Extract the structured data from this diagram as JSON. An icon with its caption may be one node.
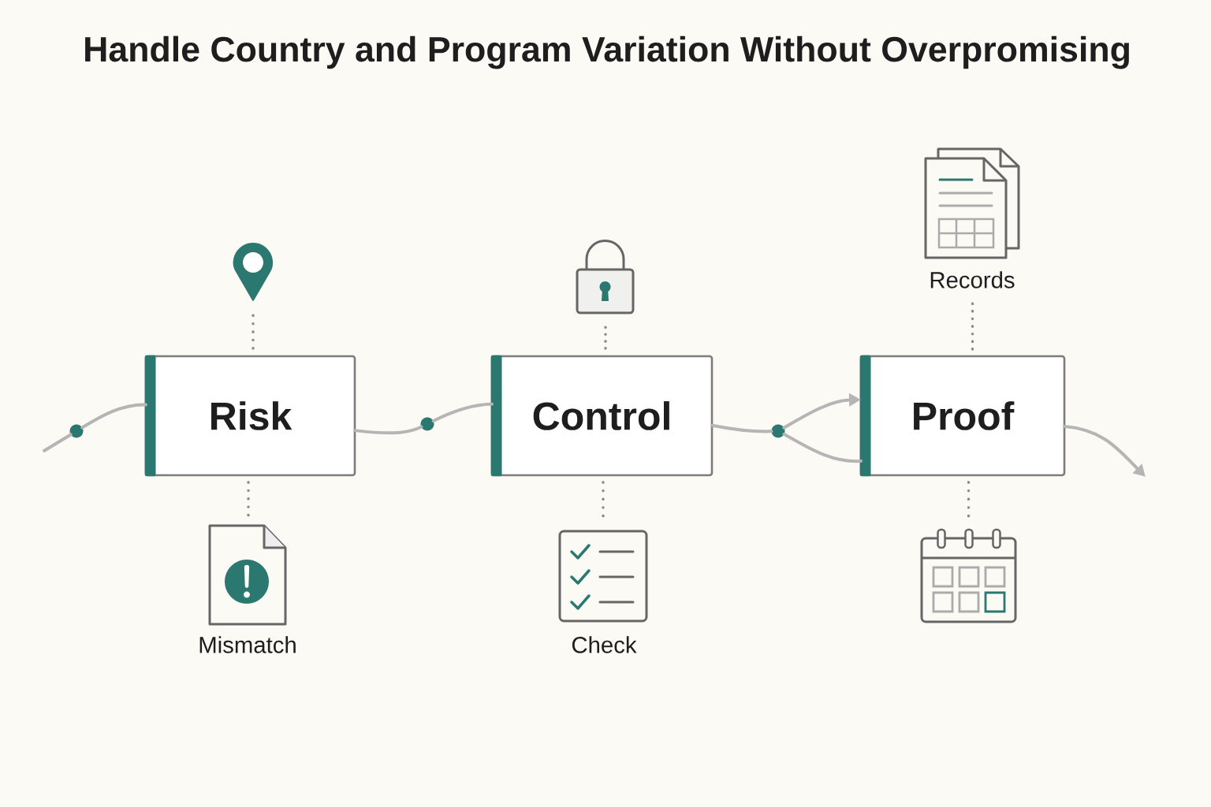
{
  "diagram": {
    "title": "Handle Country and Program Variation Without Overpromising",
    "nodes": [
      {
        "text": [],
        "shape": "circle"
      },
      {
        "text": [],
        "shape": "picture"
      },
      {
        "text": [
          "Risk"
        ]
      },
      {
        "text": [],
        "shape": "picture",
        "beside": [
          "Mismatch"
        ]
      },
      {
        "text": [],
        "shape": "circle"
      },
      {
        "text": [],
        "shape": "picture"
      },
      {
        "text": [
          "Control"
        ]
      },
      {
        "text": [],
        "shape": "picture",
        "beside": [
          "Check"
        ]
      },
      {
        "text": [],
        "shape": "circle"
      },
      {
        "text": [],
        "shape": "picture",
        "beside": [
          "Records"
        ]
      },
      {
        "text": [
          "Proof"
        ]
      },
      {
        "text": [],
        "shape": "picture"
      }
    ],
    "edges": [
      {
        "from": null,
        "to": 0,
        "arrow": "none"
      },
      {
        "from": 0,
        "to": 2,
        "arrow": "none"
      },
      {
        "from": 2,
        "to": 4,
        "arrow": "none"
      },
      {
        "from": 4,
        "to": 6,
        "arrow": "none"
      },
      {
        "from": 6,
        "to": 8,
        "arrow": "none"
      },
      {
        "from": 8,
        "to": 10,
        "arrow": "to"
      },
      {
        "from": 8,
        "to": 10,
        "arrow": "none"
      },
      {
        "from": 10,
        "to": null,
        "arrow": "to"
      },
      {
        "from": 2,
        "to": 1,
        "arrow": "none",
        "style": "dashed",
        "color": "#8a8a8a"
      },
      {
        "from": 2,
        "to": 3,
        "arrow": "none",
        "style": "dashed",
        "color": "#8a8a8a"
      },
      {
        "from": 6,
        "to": 5,
        "arrow": "none",
        "style": "dashed",
        "color": "#8a8a8a"
      },
      {
        "from": 6,
        "to": 7,
        "arrow": "none",
        "style": "dashed",
        "color": "#8a8a8a"
      },
      {
        "from": 10,
        "to": 9,
        "arrow": "none",
        "style": "dashed",
        "color": "#8a8a8a"
      },
      {
        "from": 10,
        "to": 11,
        "arrow": "none",
        "style": "dashed",
        "color": "#8a8a8a"
      }
    ]
  }
}
